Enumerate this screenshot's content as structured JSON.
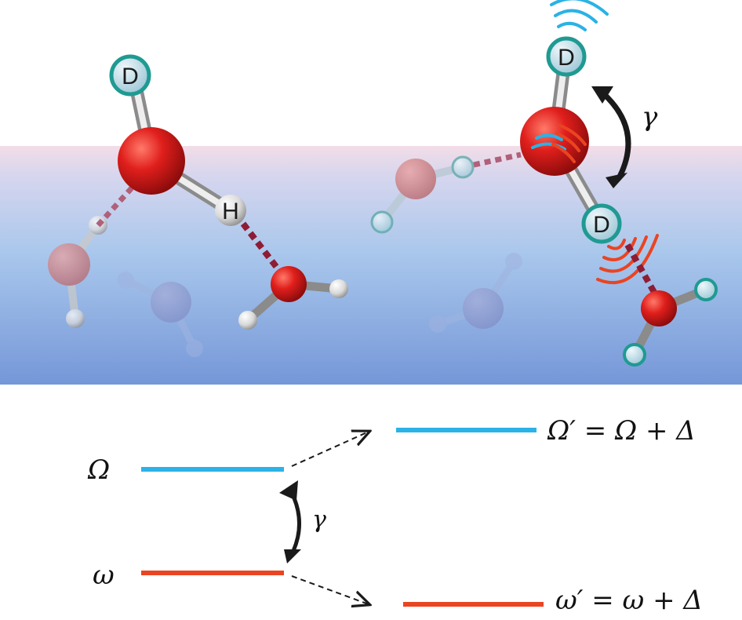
{
  "scene": {
    "colors": {
      "water_top": "#f0dce6",
      "water_mid": "#a9c7ec",
      "water_bottom": "#7b9fdb",
      "oxygen": "#d81a1a",
      "hbond": "#8e1c34",
      "deuterium_ring": "#1f9a92",
      "high_freq": "#2bb2e6",
      "low_freq": "#ea4422",
      "arrow": "#1a1a1a"
    },
    "left_molecule": {
      "d_label": "D",
      "h_label": "H"
    },
    "right_molecule": {
      "d_top_label": "D",
      "d_bottom_label": "D",
      "coupling_label": "γ"
    }
  },
  "energy_levels": {
    "high_label": "Ω",
    "low_label": "ω",
    "coupling_label": "γ",
    "shifted_high_label": "Ω′ = Ω + Δ",
    "shifted_low_label": "ω′ = ω + Δ"
  }
}
